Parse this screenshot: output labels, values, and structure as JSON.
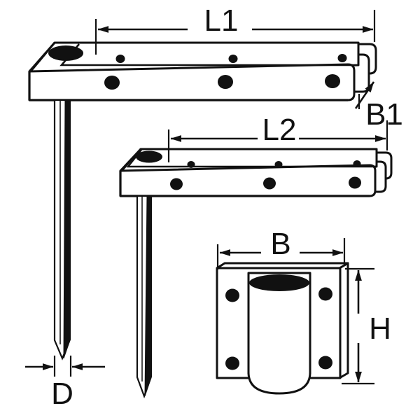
{
  "drawing": {
    "title": "Bracket Dimension Drawing",
    "background_color": "#ffffff",
    "line_color": "#111111",
    "labels": {
      "l1": "L1",
      "l2": "L2",
      "b1": "B1",
      "b": "B",
      "h": "H",
      "d": "D"
    },
    "views": [
      {
        "name": "upper-bracket",
        "dimension_label": "L1",
        "secondary_label": "B1",
        "spike_label": "D",
        "hole_count": 3,
        "end_hole_count": 1
      },
      {
        "name": "lower-bracket",
        "dimension_label": "L2",
        "hole_count": 3,
        "end_hole_count": 1
      },
      {
        "name": "base-plate-front-view",
        "width_label": "B",
        "height_label": "H",
        "hole_count": 4,
        "tube_shape": "cylinder"
      }
    ]
  }
}
